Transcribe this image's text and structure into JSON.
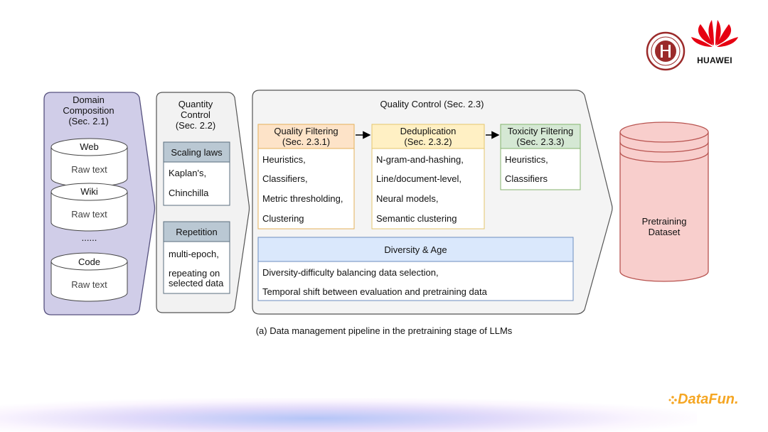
{
  "domain_composition": {
    "title_line1": "Domain",
    "title_line2": "Composition",
    "title_line3": "(Sec. 2.1)",
    "items": [
      {
        "name": "Web",
        "sub": "Raw text"
      },
      {
        "name": "Wiki",
        "sub": "Raw text"
      },
      {
        "name": "Code",
        "sub": "Raw text"
      }
    ],
    "ellipsis": "......"
  },
  "quantity_control": {
    "title_line1": "Quantity",
    "title_line2": "Control",
    "title_line3": "(Sec. 2.2)",
    "scaling": {
      "header": "Scaling laws",
      "items": [
        "Kaplan's,",
        "Chinchilla"
      ]
    },
    "repetition": {
      "header": "Repetition",
      "items": [
        "multi-epoch,",
        "repeating on",
        "selected data"
      ]
    }
  },
  "quality_control": {
    "title": "Quality Control (Sec. 2.3)",
    "filtering": {
      "header_line1": "Quality Filtering",
      "header_line2": "(Sec. 2.3.1)",
      "items": [
        "Heuristics,",
        "Classifiers,",
        "Metric thresholding,",
        "Clustering"
      ]
    },
    "dedup": {
      "header_line1": "Deduplication",
      "header_line2": "(Sec. 2.3.2)",
      "items": [
        "N-gram-and-hashing,",
        "Line/document-level,",
        "Neural models,",
        "Semantic clustering"
      ]
    },
    "toxicity": {
      "header_line1": "Toxicity Filtering",
      "header_line2": "(Sec. 2.3.3)",
      "items": [
        "Heuristics,",
        "Classifiers"
      ]
    },
    "diversity": {
      "header": "Diversity & Age",
      "items": [
        "Diversity-difficulty balancing data selection,",
        "Temporal shift between evaluation and pretraining data"
      ]
    }
  },
  "dataset": {
    "line1": "Pretraining",
    "line2": "Dataset"
  },
  "caption": "(a) Data management pipeline in the pretraining stage of LLMs",
  "logos": {
    "huawei": "HUAWEI",
    "datafun": "DataFun."
  },
  "colors": {
    "domain_fill": "#d0cde8",
    "domain_border": "#56517e",
    "quantity_fill": "#f2f2f2",
    "quality_fill": "#f4f4f4",
    "gray_header": "#bac8d3",
    "orange_header": "#fde3c8",
    "orange_border": "#e5b15a",
    "yellow_header": "#fff0c4",
    "yellow_border": "#e4c66c",
    "green_header": "#d5e8d4",
    "green_border": "#84b36d",
    "blue_header": "#dae8fc",
    "blue_border": "#6c8ebf",
    "dataset_fill": "#f8cecc",
    "dataset_border": "#b85450",
    "huawei_red": "#e60012",
    "pku_red": "#9b2a2a",
    "datafun_orange": "#f5a623"
  }
}
